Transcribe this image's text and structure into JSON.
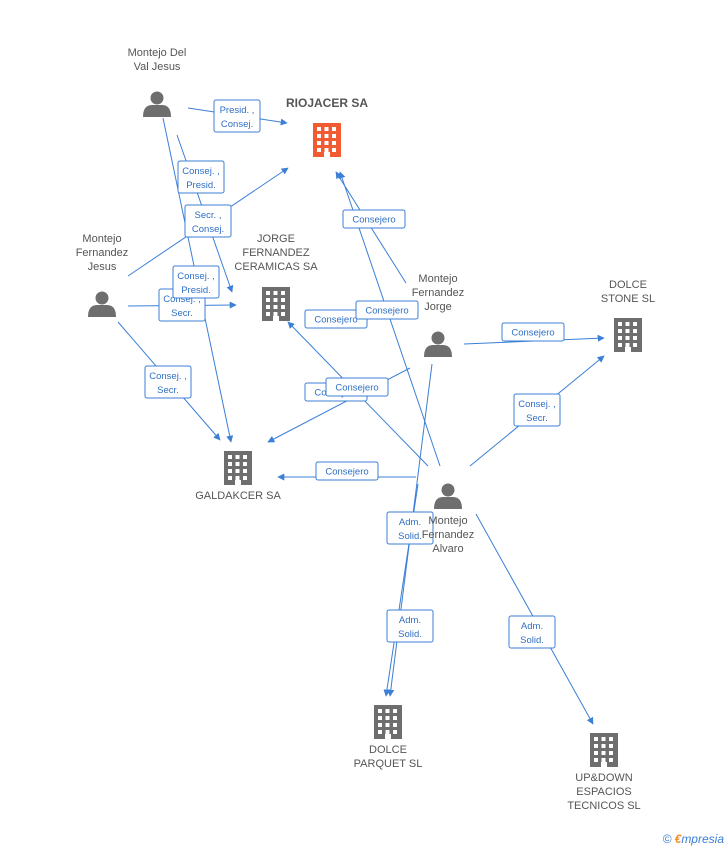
{
  "nodes": [
    {
      "id": "riojacer",
      "type": "company",
      "main": true,
      "label": [
        "RIOJACER SA"
      ]
    },
    {
      "id": "montejo_del_val",
      "type": "person",
      "label": [
        "Montejo Del",
        "Val Jesus"
      ]
    },
    {
      "id": "montejo_fj",
      "type": "person",
      "label": [
        "Montejo",
        "Fernandez",
        "Jesus"
      ]
    },
    {
      "id": "jorge_fc",
      "type": "company",
      "label": [
        "JORGE",
        "FERNANDEZ",
        "CERAMICAS SA"
      ]
    },
    {
      "id": "montejo_fjorge",
      "type": "person",
      "label": [
        "Montejo",
        "Fernandez",
        "Jorge"
      ]
    },
    {
      "id": "dolce_stone",
      "type": "company",
      "label": [
        "DOLCE",
        "STONE SL"
      ]
    },
    {
      "id": "galdakcer",
      "type": "company",
      "label": [
        "GALDAKCER SA"
      ]
    },
    {
      "id": "montejo_fa",
      "type": "person",
      "label": [
        "Montejo",
        "Fernandez",
        "Alvaro"
      ]
    },
    {
      "id": "dolce_parquet",
      "type": "company",
      "label": [
        "DOLCE",
        "PARQUET SL"
      ]
    },
    {
      "id": "updown",
      "type": "company",
      "label": [
        "UP&DOWN",
        "ESPACIOS",
        "TECNICOS SL"
      ]
    }
  ],
  "edges": [
    {
      "from": "montejo_del_val",
      "to": "riojacer",
      "label": [
        "Presid. ,",
        "Consej."
      ]
    },
    {
      "from": "montejo_del_val",
      "to": "galdakcer",
      "label": [
        "Consej. ,",
        "Presid."
      ]
    },
    {
      "from": "montejo_fj",
      "to": "riojacer",
      "label": [
        "Secr. ,",
        "Consej."
      ]
    },
    {
      "from": "montejo_fj",
      "to": "jorge_fc",
      "label": [
        "Consej. ,",
        "Secr."
      ]
    },
    {
      "from": "montejo_fj",
      "to": "galdakcer",
      "label": [
        "Consej. ,",
        "Secr."
      ]
    },
    {
      "from": "montejo_del_val",
      "to": "jorge_fc",
      "label": [
        "Consej. ,",
        "Presid."
      ]
    },
    {
      "from": "montejo_fjorge",
      "to": "riojacer",
      "label": [
        "Consejero"
      ]
    },
    {
      "from": "montejo_fjorge",
      "to": "jorge_fc",
      "label": [
        "Consejero"
      ]
    },
    {
      "from": "montejo_fjorge",
      "to": "dolce_stone",
      "label": [
        "Consejero"
      ]
    },
    {
      "from": "montejo_fjorge",
      "to": "galdakcer",
      "label": [
        "Consejero"
      ]
    },
    {
      "from": "montejo_fjorge",
      "to": "dolce_parquet",
      "label": [
        "Adm.",
        "Solid."
      ]
    },
    {
      "from": "montejo_fa",
      "to": "riojacer",
      "label": [
        "Consejero"
      ]
    },
    {
      "from": "montejo_fa",
      "to": "jorge_fc",
      "label": [
        "Consejero"
      ]
    },
    {
      "from": "montejo_fa",
      "to": "galdakcer",
      "label": [
        "Consejero"
      ]
    },
    {
      "from": "montejo_fa",
      "to": "dolce_stone",
      "label": [
        "Consej. ,",
        "Secr."
      ]
    },
    {
      "from": "montejo_fa",
      "to": "dolce_parquet",
      "label": [
        "Adm.",
        "Solid."
      ]
    },
    {
      "from": "montejo_fa",
      "to": "updown",
      "label": [
        "Adm.",
        "Solid."
      ]
    }
  ],
  "brand": {
    "copyright": "©",
    "e": "€",
    "rest": "mpresia"
  }
}
